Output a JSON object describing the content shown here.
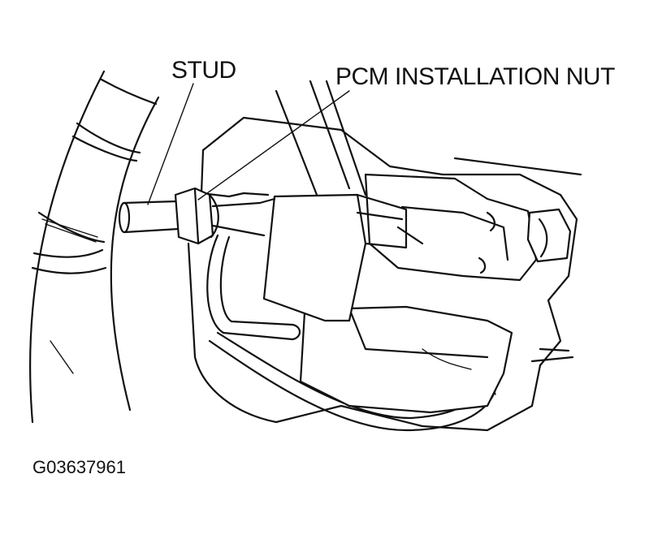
{
  "labels": {
    "stud": "STUD",
    "pcm_installation_nut": "PCM INSTALLATION NUT"
  },
  "figure_id": "G03637961",
  "colors": {
    "line": "#111111",
    "background": "#ffffff"
  }
}
